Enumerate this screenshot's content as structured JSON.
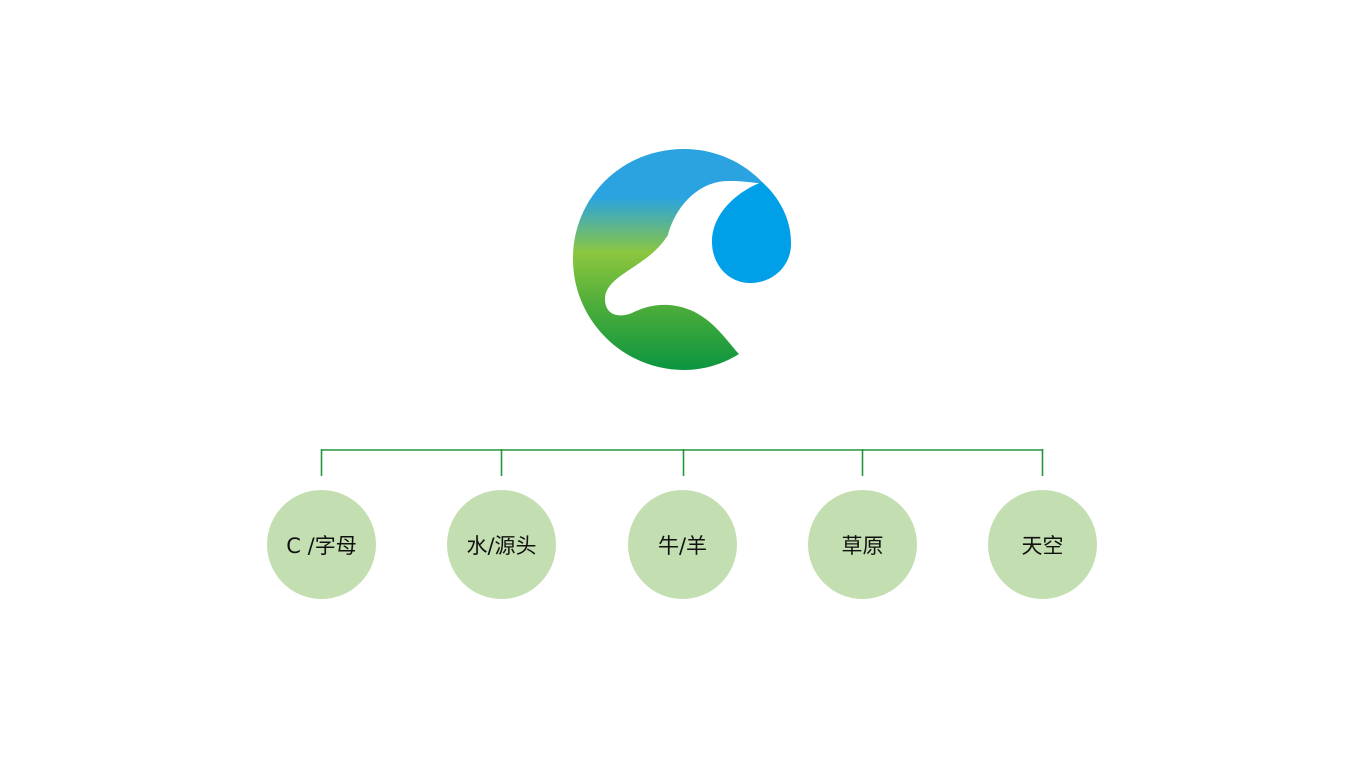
{
  "colors": {
    "sky_blue": "#2aa3e0",
    "grass_green": "#8cc63f",
    "deep_green": "#0b9540",
    "drop_blue": "#00a0e9",
    "line_green": "#23963f",
    "node_fill": "#c3dfb1"
  },
  "logo": {
    "icon": "c-letter-cow-head-water-drop-logo"
  },
  "nodes": [
    {
      "label": "C /字母"
    },
    {
      "label": "水/源头"
    },
    {
      "label": "牛/羊"
    },
    {
      "label": "草原"
    },
    {
      "label": "天空"
    }
  ]
}
